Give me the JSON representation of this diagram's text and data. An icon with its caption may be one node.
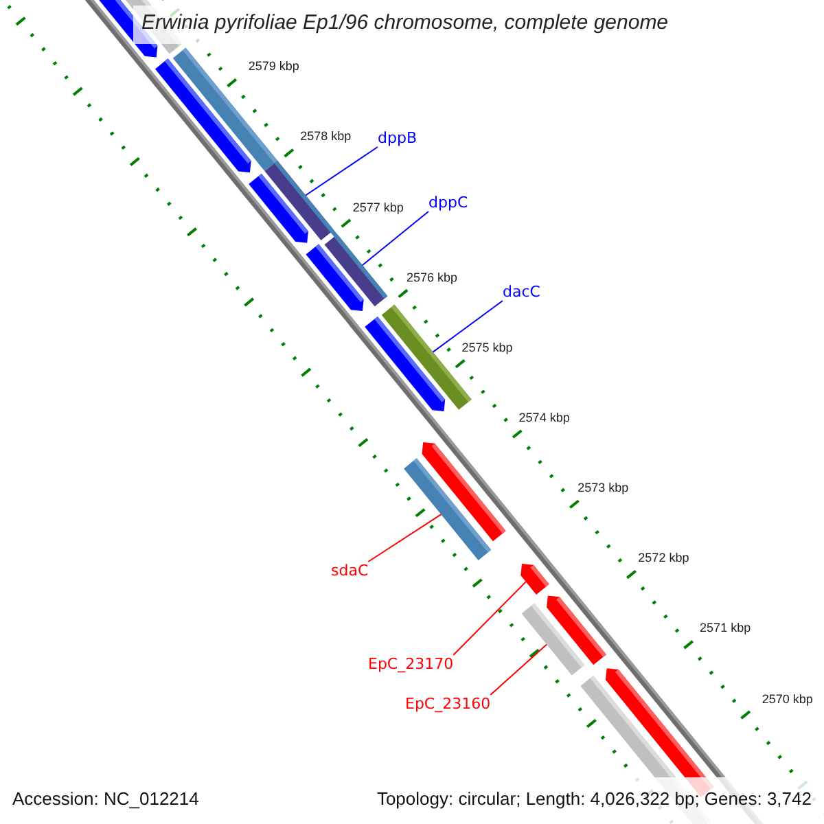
{
  "diagram": {
    "title": "Erwinia pyrifoliae Ep1/96 chromosome, complete genome",
    "nodes": [
      {
        "text": [
          "dppB"
        ]
      },
      {
        "text": [
          "dppC"
        ]
      },
      {
        "text": [
          "dacC"
        ]
      },
      {
        "text": [
          "sdaC"
        ]
      },
      {
        "text": [
          "EpC_23170"
        ]
      },
      {
        "text": [
          "EpC_23160"
        ]
      },
      {
        "text": [],
        "shape": "bar"
      },
      {
        "text": [],
        "shape": "bar"
      },
      {
        "text": [],
        "shape": "bar"
      },
      {
        "text": [],
        "shape": "bar"
      },
      {
        "text": [],
        "shape": "arrow"
      },
      {
        "text": [],
        "shape": "bar"
      }
    ],
    "edges": [
      {
        "from": 0,
        "to": 6,
        "arrow": "none",
        "color": "#0000ff"
      },
      {
        "from": 1,
        "to": 7,
        "arrow": "none",
        "color": "#0000ff"
      },
      {
        "from": 2,
        "to": 8,
        "arrow": "none",
        "color": "#0000ff"
      },
      {
        "from": 3,
        "to": 9,
        "arrow": "none",
        "color": "#ff0000"
      },
      {
        "from": 4,
        "to": 10,
        "arrow": "none",
        "color": "#ff0000"
      },
      {
        "from": 5,
        "to": 11,
        "arrow": "none",
        "color": "#ff0000"
      }
    ],
    "labels": [
      "2579 kbp",
      "2578 kbp",
      "2577 kbp",
      "2576 kbp",
      "2575 kbp",
      "2574 kbp",
      "2573 kbp",
      "2572 kbp",
      "2571 kbp",
      "2570 kbp",
      "Accession: NC_012214",
      "Topology: circular; Length: 4,026,322 bp; Genes: 3,742"
    ]
  }
}
